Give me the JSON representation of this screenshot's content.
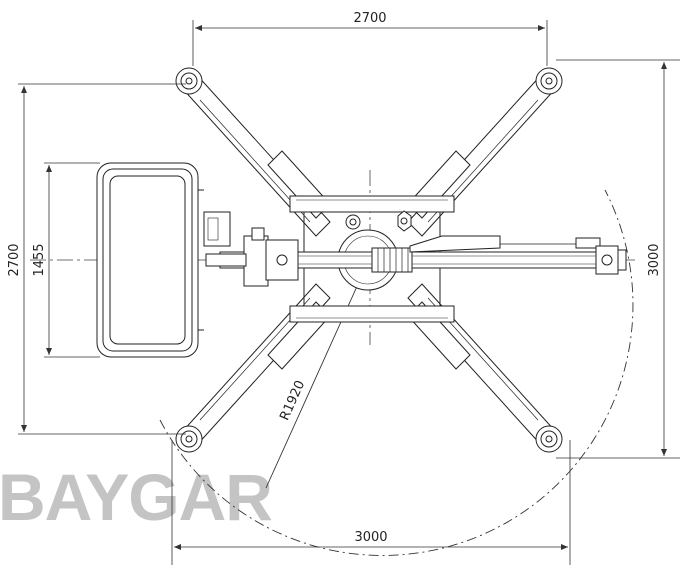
{
  "dimensions": {
    "top_width": "2700",
    "bottom_width": "3000",
    "left_height": "2700",
    "basket_width": "1455",
    "right_height": "3000",
    "radius": "R1920"
  },
  "watermark": "BAYGAR",
  "colors": {
    "line": "#222222",
    "dim_line": "#333333",
    "watermark": "#c4c4c4",
    "background": "#ffffff"
  }
}
